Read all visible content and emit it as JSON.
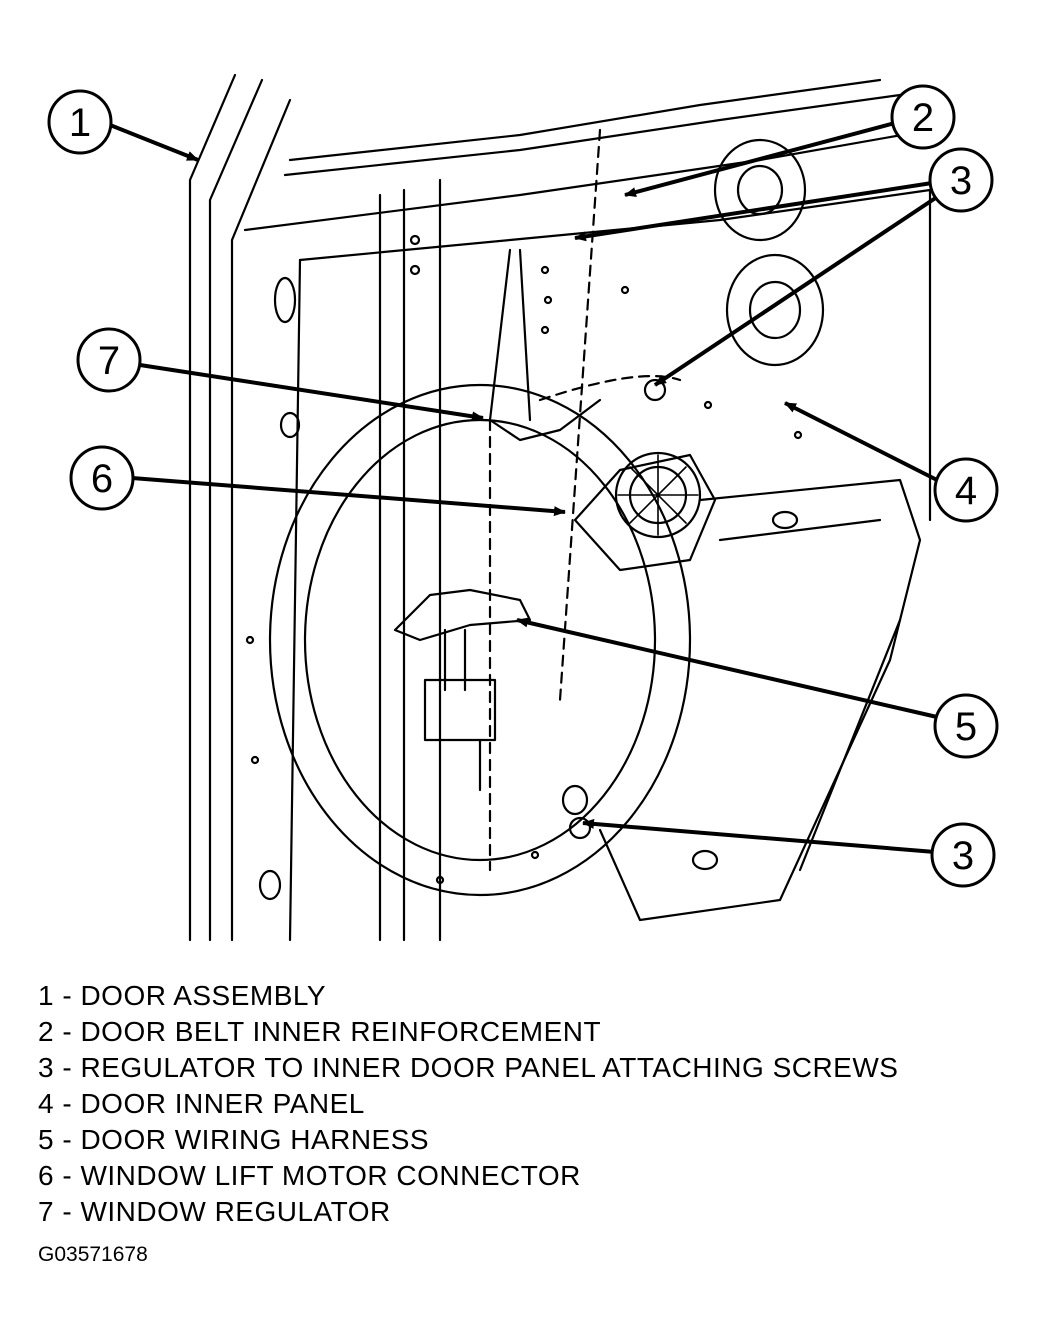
{
  "callouts": [
    {
      "number": "1"
    },
    {
      "number": "2"
    },
    {
      "number": "3"
    },
    {
      "number": "3"
    },
    {
      "number": "4"
    },
    {
      "number": "5"
    },
    {
      "number": "6"
    },
    {
      "number": "7"
    }
  ],
  "legend": [
    {
      "text": "1 - DOOR ASSEMBLY"
    },
    {
      "text": "2 - DOOR BELT INNER REINFORCEMENT"
    },
    {
      "text": "3 - REGULATOR TO INNER DOOR PANEL ATTACHING SCREWS"
    },
    {
      "text": "4 - DOOR INNER PANEL"
    },
    {
      "text": "5 - DOOR WIRING HARNESS"
    },
    {
      "text": "6 - WINDOW LIFT MOTOR CONNECTOR"
    },
    {
      "text": "7 - WINDOW REGULATOR"
    }
  ],
  "figure_id": "G03571678"
}
